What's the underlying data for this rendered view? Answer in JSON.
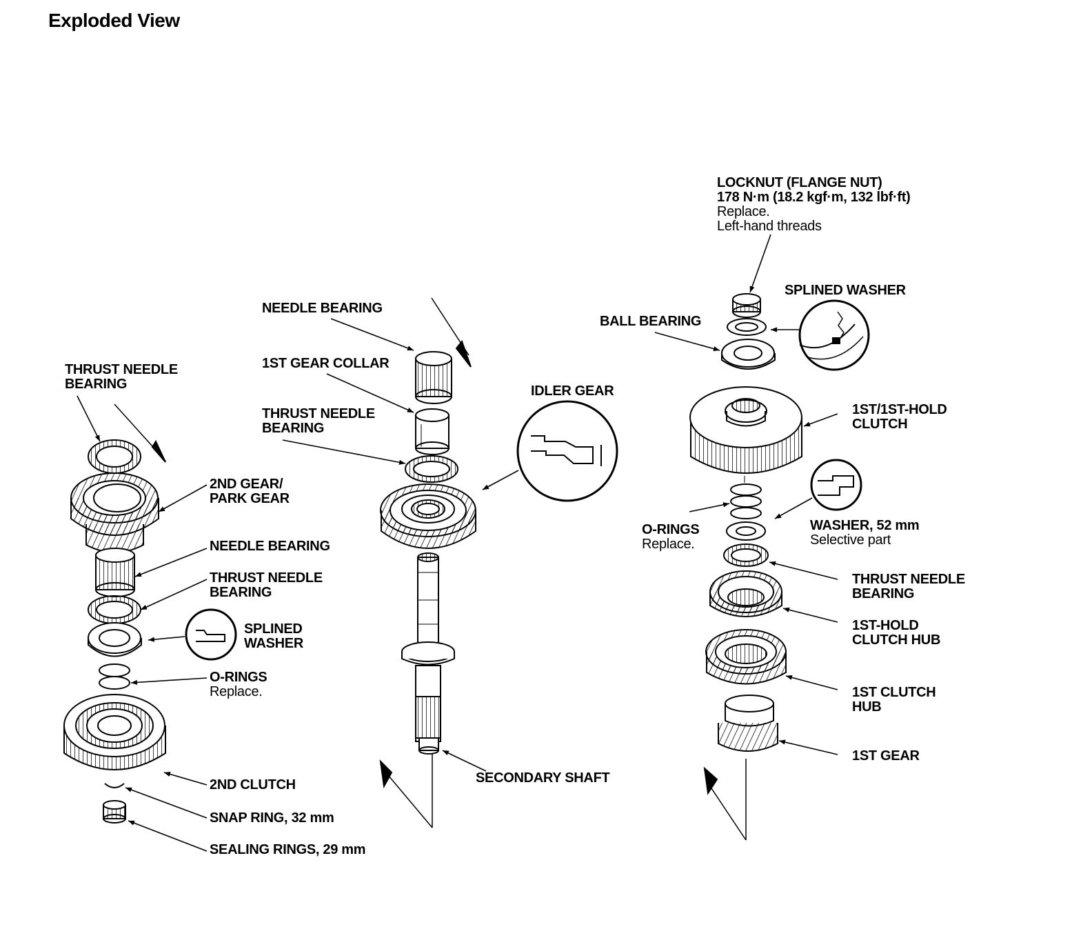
{
  "title": "Exploded View",
  "left": {
    "thrust_needle_bearing_top": [
      "THRUST NEEDLE",
      "BEARING"
    ],
    "second_gear_park_gear": [
      "2ND GEAR/",
      "PARK GEAR"
    ],
    "needle_bearing": "NEEDLE BEARING",
    "thrust_needle_bearing_mid": [
      "THRUST NEEDLE",
      "BEARING"
    ],
    "splined_washer": [
      "SPLINED",
      "WASHER"
    ],
    "o_rings": "O-RINGS",
    "o_rings_note": "Replace.",
    "second_clutch": "2ND CLUTCH",
    "snap_ring": "SNAP RING, 32 mm",
    "sealing_rings": "SEALING RINGS, 29 mm"
  },
  "center": {
    "needle_bearing": "NEEDLE BEARING",
    "first_gear_collar": "1ST GEAR COLLAR",
    "thrust_needle_bearing": [
      "THRUST NEEDLE",
      "BEARING"
    ],
    "idler_gear": "IDLER GEAR",
    "secondary_shaft": "SECONDARY SHAFT"
  },
  "right": {
    "locknut": [
      "LOCKNUT (FLANGE NUT)",
      "178 N·m (18.2 kgf·m, 132 lbf·ft)"
    ],
    "locknut_notes": [
      "Replace.",
      "Left-hand threads"
    ],
    "splined_washer": "SPLINED WASHER",
    "ball_bearing": "BALL BEARING",
    "clutch_1st_1sthold": [
      "1ST/1ST-HOLD",
      "CLUTCH"
    ],
    "o_rings": "O-RINGS",
    "o_rings_note": "Replace.",
    "washer_52": "WASHER, 52 mm",
    "washer_52_note": "Selective part",
    "thrust_needle_bearing": [
      "THRUST NEEDLE",
      "BEARING"
    ],
    "hub_1sthold": [
      "1ST-HOLD",
      "CLUTCH HUB"
    ],
    "hub_1st": [
      "1ST CLUTCH",
      "HUB"
    ],
    "first_gear": "1ST GEAR"
  }
}
